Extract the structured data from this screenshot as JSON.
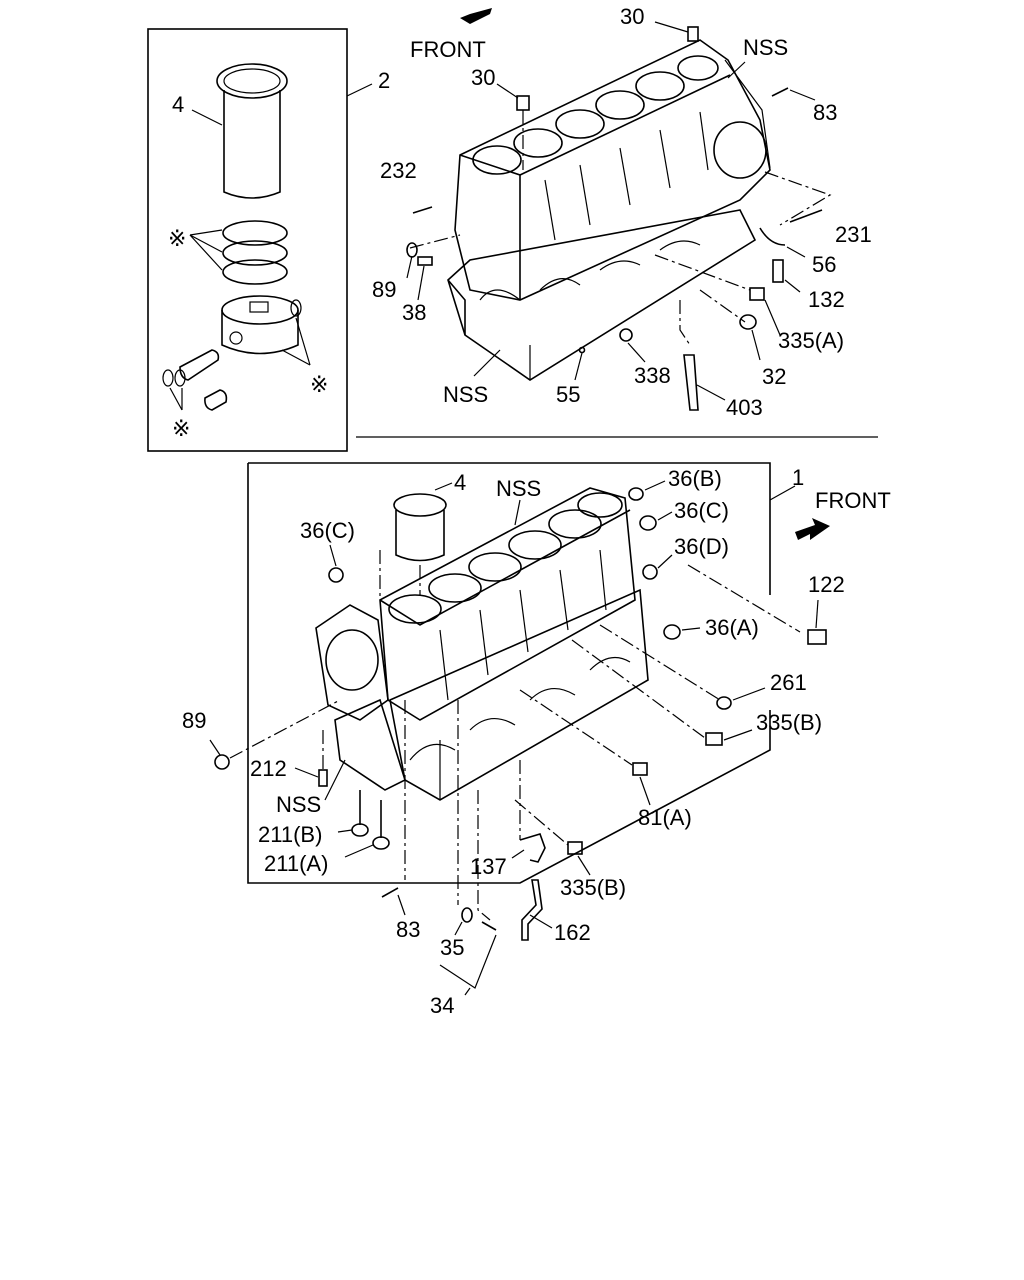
{
  "labels": {
    "front_top": "FRONT",
    "front_bottom": "FRONT",
    "l30a": "30",
    "l30b": "30",
    "lNSSa": "NSS",
    "l83a": "83",
    "l2": "2",
    "l4a": "4",
    "l232": "232",
    "l231": "231",
    "l56": "56",
    "l89a": "89",
    "l38": "38",
    "l132": "132",
    "l335A": "335(A)",
    "lNSSb": "NSS",
    "l55": "55",
    "l338": "338",
    "l32": "32",
    "l403": "403",
    "star1": "※",
    "star2": "※",
    "star3": "※",
    "l1": "1",
    "l4b": "4",
    "lNSSc": "NSS",
    "l36B": "36(B)",
    "l36C_r": "36(C)",
    "l36C_l": "36(C)",
    "l36D": "36(D)",
    "l36A": "36(A)",
    "l122": "122",
    "l261": "261",
    "l335B_a": "335(B)",
    "l89b": "89",
    "l212": "212",
    "lNSSd": "NSS",
    "l211B": "211(B)",
    "l211A": "211(A)",
    "l81A": "81(A)",
    "l137": "137",
    "l335B_b": "335(B)",
    "l83b": "83",
    "l35": "35",
    "l162": "162",
    "l34": "34"
  }
}
